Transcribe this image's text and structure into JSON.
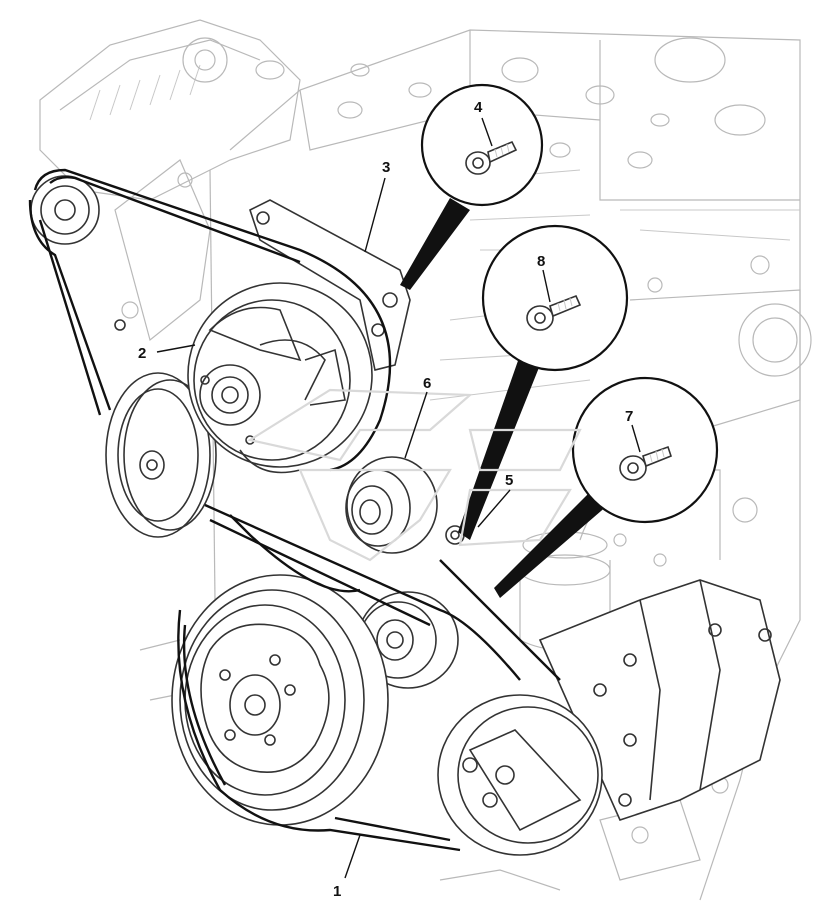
{
  "diagram": {
    "callouts": [
      {
        "id": "1",
        "label": "1"
      },
      {
        "id": "2",
        "label": "2"
      },
      {
        "id": "3",
        "label": "3"
      },
      {
        "id": "4",
        "label": "4"
      },
      {
        "id": "5",
        "label": "5"
      },
      {
        "id": "6",
        "label": "6"
      },
      {
        "id": "7",
        "label": "7"
      },
      {
        "id": "8",
        "label": "8"
      }
    ],
    "colors": {
      "ink": "#111111",
      "background_lines": "#b9b9b9",
      "paper": "#ffffff"
    }
  }
}
